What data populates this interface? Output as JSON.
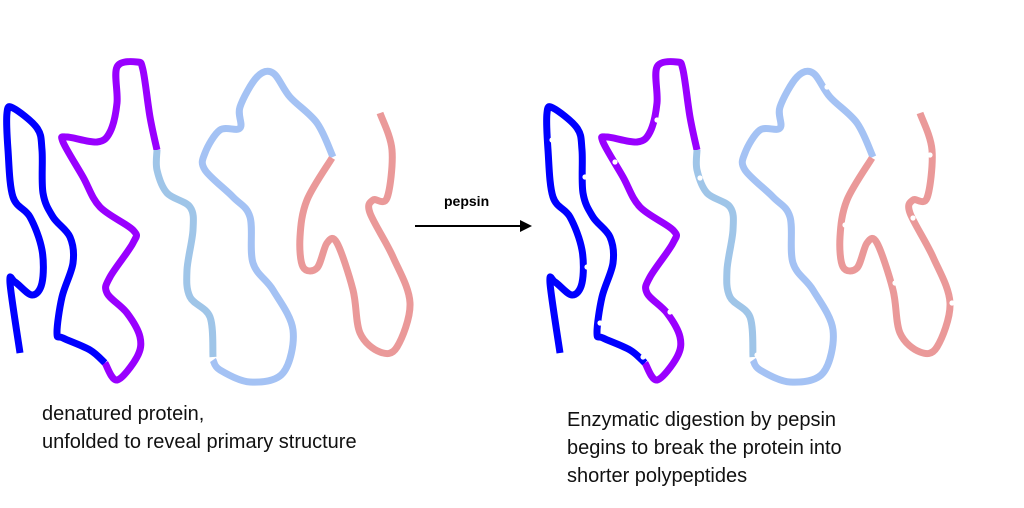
{
  "arrow_label": "pepsin",
  "left_caption": {
    "line1": "denatured protein,",
    "line2": "unfolded to reveal primary structure"
  },
  "right_caption": {
    "line1": "Enzymatic digestion by pepsin",
    "line2": "begins to break the protein into",
    "line3": "shorter polypeptides"
  },
  "colors": {
    "blue": "#0000ff",
    "purple": "#9900ff",
    "light_blue_1": "#9fc5e8",
    "light_blue_2": "#a4c2f4",
    "pink": "#ea9999"
  }
}
